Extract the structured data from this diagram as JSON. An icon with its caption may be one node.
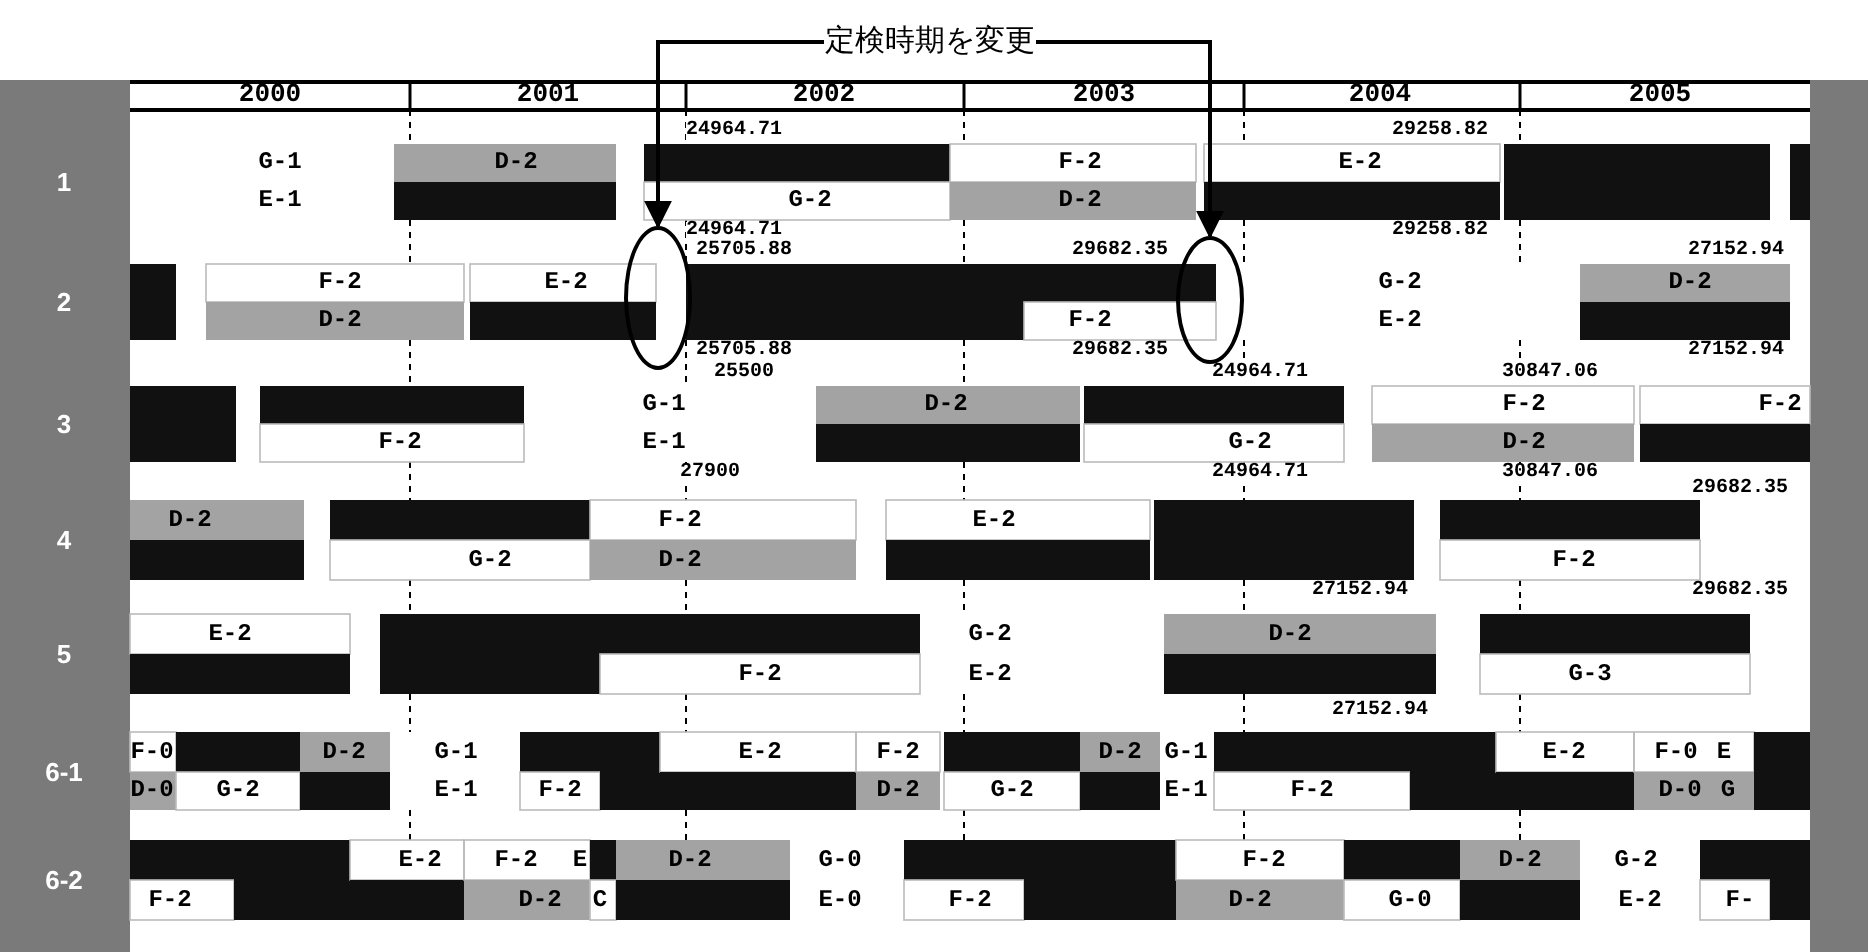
{
  "diagram": {
    "nodes": [
      {
        "text": [
          "定検時期を変更"
        ]
      },
      {
        "text": [],
        "shape": "circle"
      },
      {
        "text": [],
        "shape": "circle"
      }
    ],
    "edges": [
      {
        "from": 0,
        "to": 1,
        "arrow": "to"
      },
      {
        "from": 0,
        "to": 2,
        "arrow": "to"
      }
    ],
    "labels": [
      "2000",
      "2001",
      "2002",
      "2003",
      "2004",
      "2005",
      "1",
      "2",
      "3",
      "4",
      "5",
      "6-1",
      "6-2",
      "G-1",
      "E-1",
      "D-2",
      "24964.71",
      "G-2",
      "24964.71",
      "F-2",
      "D-2",
      "E-2",
      "29258.82",
      "29258.82",
      "F-2",
      "D-2",
      "E-2",
      "25705.88",
      "29682.35",
      "F-2",
      "25705.88",
      "29682.35",
      "G-2",
      "E-2",
      "27152.94",
      "D-2",
      "27152.94",
      "25500",
      "F-2",
      "G-1",
      "E-1",
      "27900",
      "D-2",
      "24964.71",
      "G-2",
      "24964.71",
      "F-2",
      "D-2",
      "30847.06",
      "30847.06",
      "F-2",
      "D-2",
      "G-2",
      "F-2",
      "D-2",
      "E-2",
      "F-2",
      "29682.35",
      "27152.94",
      "29682.35",
      "E-2",
      "F-2",
      "G-2",
      "E-2",
      "D-2",
      "G-3",
      "27152.94",
      "F-0",
      "D-0",
      "G-2",
      "D-2",
      "G-1",
      "E-1",
      "F-2",
      "E-2",
      "F-2",
      "D-2",
      "G-2",
      "D-2",
      "G-1",
      "E-1",
      "F-2",
      "E-2",
      "F-0",
      "E",
      "D-0",
      "G",
      "F-2",
      "E-2",
      "F-2",
      "E",
      "D-2",
      "D-2",
      "C",
      "G-0",
      "E-0",
      "F-2",
      "F-2",
      "D-2",
      "G-0",
      "D-2",
      "G-2",
      "E-2",
      "F-"
    ]
  }
}
